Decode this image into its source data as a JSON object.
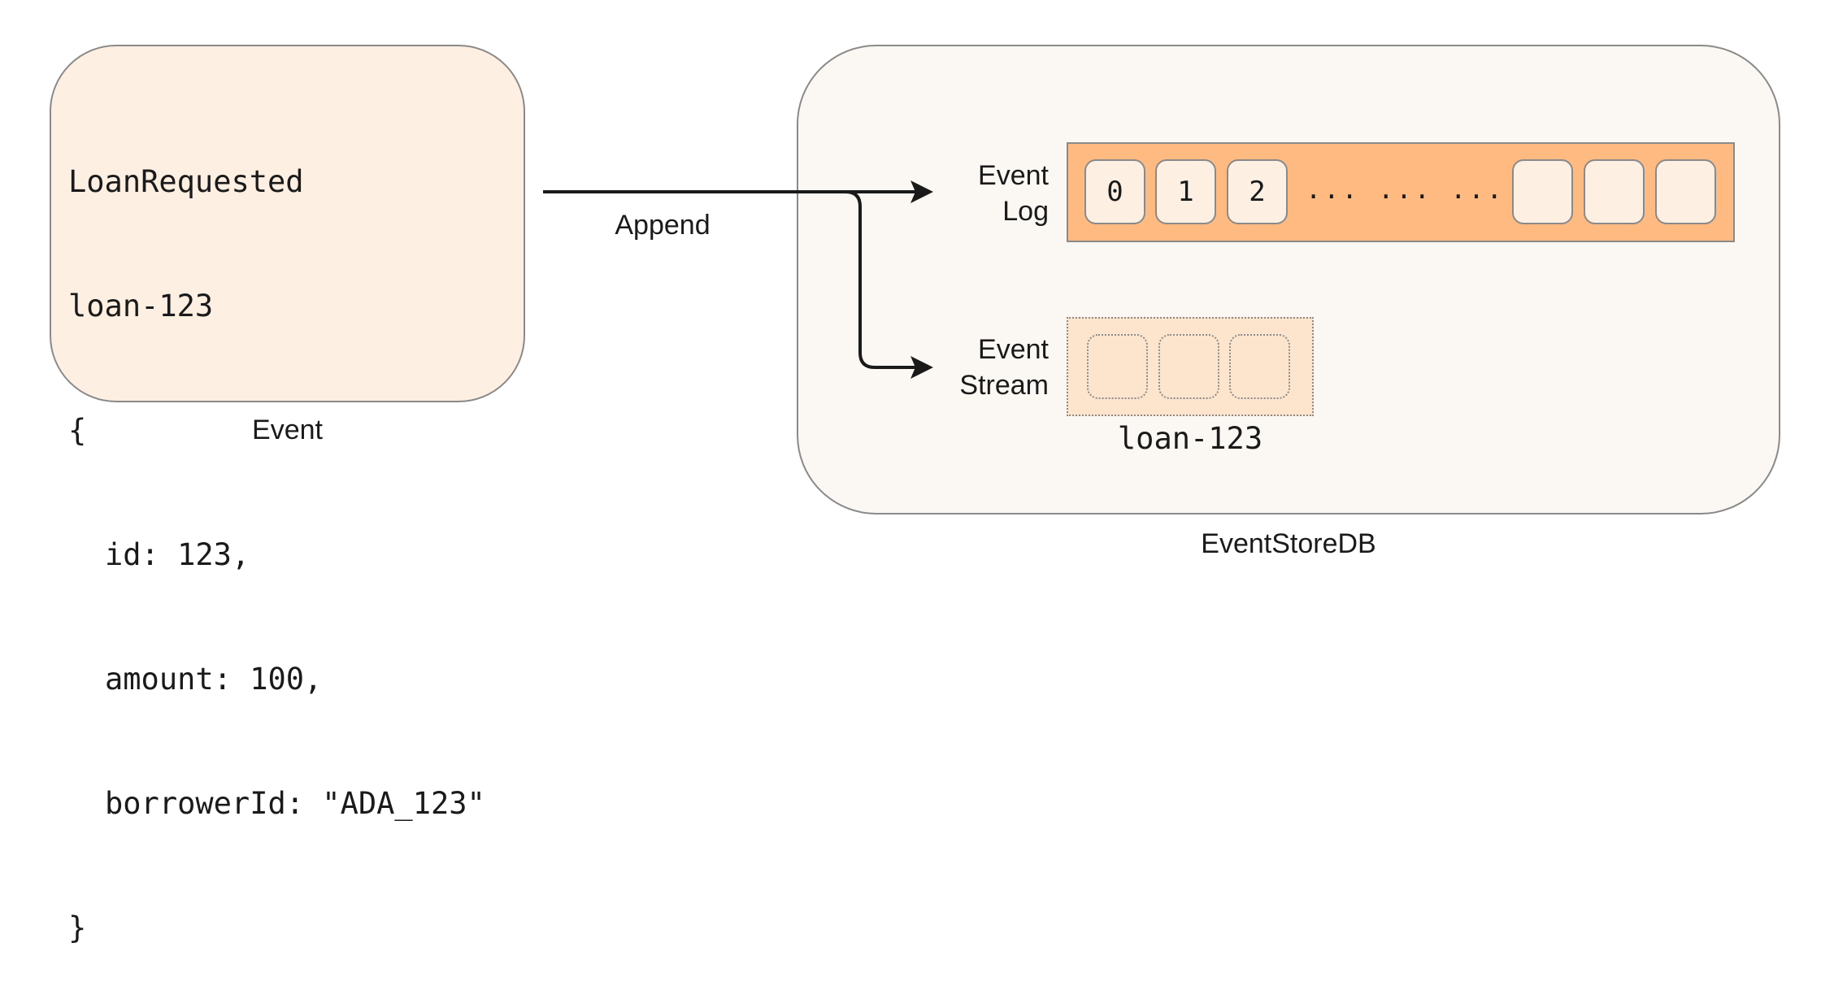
{
  "event": {
    "code_lines": [
      "LoanRequested",
      "loan-123",
      "{",
      "id: 123,",
      "amount: 100,",
      "borrowerId: \"ADA_123\"",
      "}"
    ],
    "caption": "Event"
  },
  "arrow": {
    "label": "Append"
  },
  "store": {
    "caption": "EventStoreDB",
    "log": {
      "label_line1": "Event",
      "label_line2": "Log",
      "cells": [
        "0",
        "1",
        "2",
        "",
        "",
        ""
      ],
      "ellipsis": "... ... ..."
    },
    "stream": {
      "label_line1": "Event",
      "label_line2": "Stream",
      "name": "loan-123",
      "cell_count": 3
    }
  },
  "colors": {
    "event_fill": "#fdefe1",
    "store_fill": "#fbf7f3",
    "log_fill": "#ffba82",
    "stream_fill": "#fde4cc",
    "border": "#8a8a8a"
  }
}
